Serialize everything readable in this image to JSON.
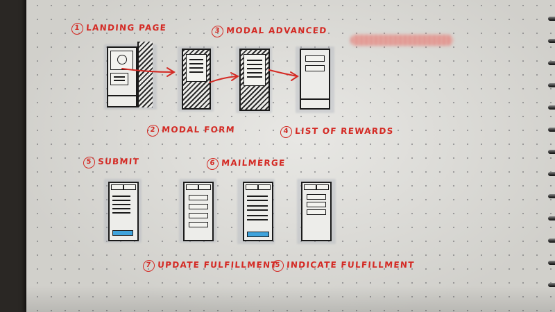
{
  "sketch_labels": {
    "landing_page": "LANDING PAGE",
    "modal_form": "MODAL FORM",
    "modal_advanced": "MODAL ADVANCED",
    "list_of_rewards": "LIST OF REWARDS",
    "submit": "SUBMIT",
    "mailmerge": "MAILMERGE",
    "update_fulfillment": "UPDATE FULFILLMENT",
    "indicate_fulfillment": "INDICATE FULFILLMENT"
  },
  "step_numbers": {
    "landing_page": "1",
    "modal_form": "2",
    "modal_advanced": "3",
    "list_of_rewards": "4",
    "submit": "5",
    "mailmerge": "6",
    "update_fulfillment": "7",
    "indicate_fulfillment": "5"
  },
  "colors": {
    "ink_red": "#d42a24",
    "ink_black": "#1a1a1a",
    "highlight_blue": "#3fa3dc",
    "paper": "#dcdbd6"
  }
}
